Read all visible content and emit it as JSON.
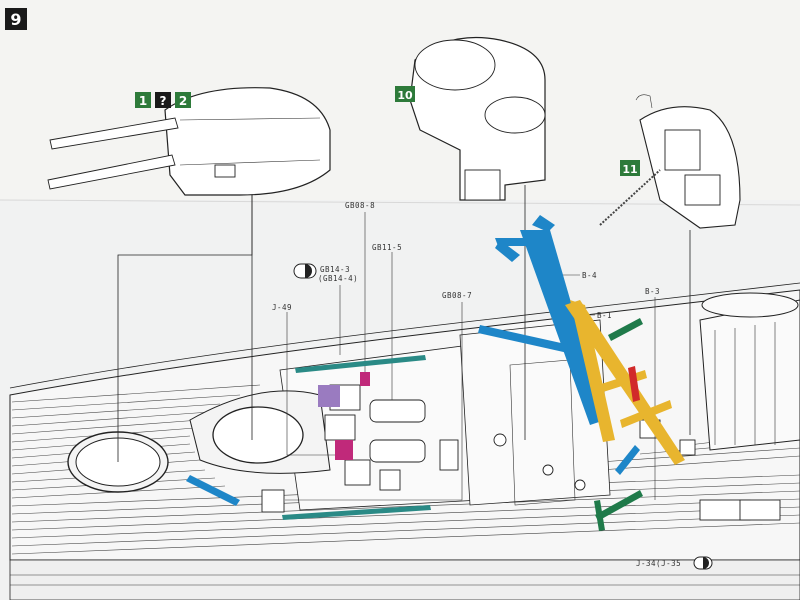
{
  "step": {
    "number": "9"
  },
  "subassemblies": [
    {
      "id": "sub-turret",
      "badges": [
        "1",
        "?",
        "2"
      ]
    },
    {
      "id": "sub-director",
      "badges": [
        "10"
      ]
    },
    {
      "id": "sub-mast",
      "badges": [
        "11"
      ]
    }
  ],
  "callouts": {
    "gb08_8": "GB08-8",
    "gb11_5": "GB11-5",
    "gb14_3": "GB14-3",
    "gb14_4": "(GB14-4)",
    "j49": "J-49",
    "gb08_7": "GB08-7",
    "b4": "B-4",
    "b1": "B-1",
    "b3": "B-3",
    "j34": "J-34(J-35"
  },
  "icons": {
    "bag_icon": "parts-bag-icon"
  },
  "colors": {
    "badge_green": "#2d7a3a",
    "step_black": "#1a1a1a",
    "teal_part": "#2a8a86",
    "blue_part": "#1e86c8",
    "yellow_part": "#e8b52e",
    "magenta_part": "#c0297a",
    "purple_part": "#9a7bc0",
    "green_part": "#1f7a4a",
    "red_part": "#d12a2a"
  }
}
